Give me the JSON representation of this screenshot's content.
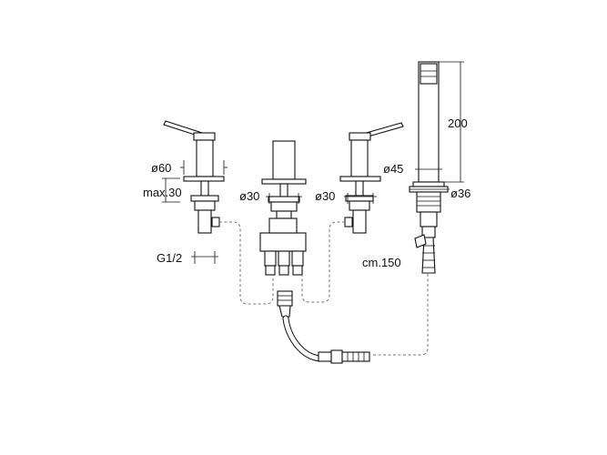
{
  "dimensions": {
    "d60": "ø60",
    "max30": "max.30",
    "g12": "G1/2",
    "d30_left": "ø30",
    "d30_right": "ø30",
    "d45": "ø45",
    "d36": "ø36",
    "h200": "200",
    "hose": "cm.150"
  }
}
